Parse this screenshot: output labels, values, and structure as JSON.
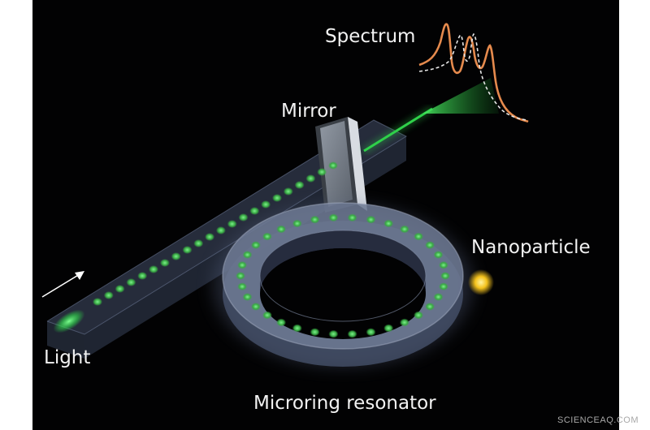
{
  "labels": {
    "spectrum": "Spectrum",
    "mirror": "Mirror",
    "nanoparticle": "Nanoparticle",
    "light": "Light",
    "microring": "Microring resonator"
  },
  "watermark": "SCIENCEAQ.COM",
  "colors": {
    "background": "#020203",
    "beam": "#2fd14a",
    "mode_dot": "#3fae45",
    "waveguide": "#5c6a86",
    "ring": "#6e7a94",
    "spectrum_curve": "#e58a4d",
    "nanoparticle": "#f4c21c"
  },
  "icons": {
    "arrow": "arrow-up-right-icon"
  }
}
